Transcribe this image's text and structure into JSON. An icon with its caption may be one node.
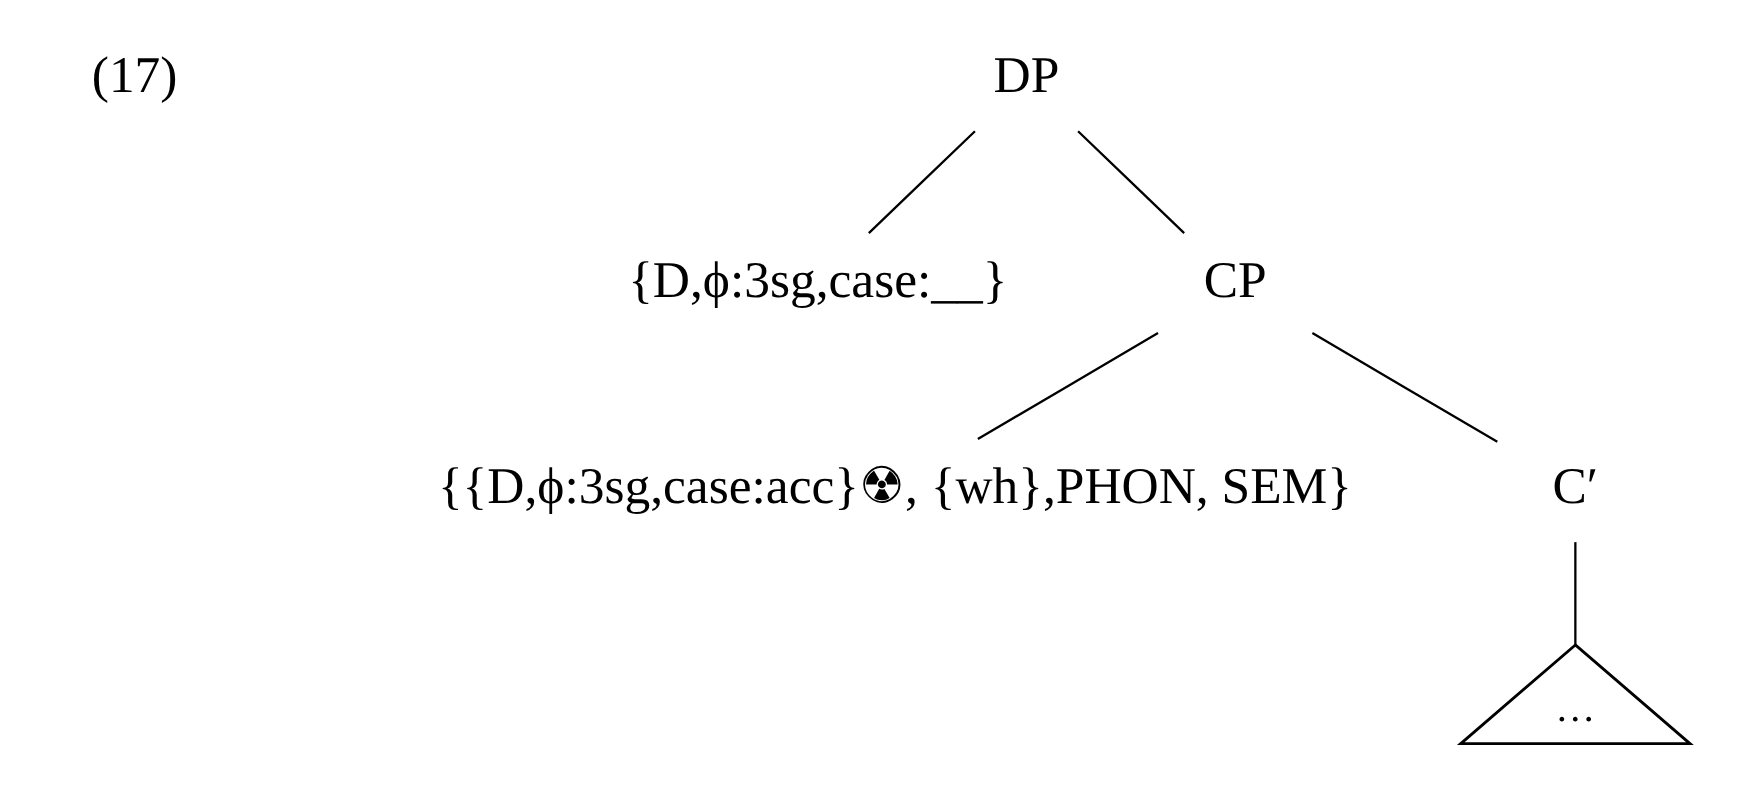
{
  "diagram": {
    "nodes": [
      {
        "text": [
          "DP"
        ]
      },
      {
        "text": [
          "{D,ϕ:3sg,case:__}"
        ]
      },
      {
        "text": [
          "CP"
        ]
      },
      {
        "text": [
          "{{D,ϕ:3sg,case:acc}☢, {wh},PHON, SEM}"
        ]
      },
      {
        "text": [
          "C′"
        ]
      },
      {
        "text": [
          "…"
        ]
      }
    ],
    "edges": [
      {
        "from": 0,
        "to": 1,
        "arrow": "none"
      },
      {
        "from": 0,
        "to": 2,
        "arrow": "none"
      },
      {
        "from": 2,
        "to": 3,
        "arrow": "none"
      },
      {
        "from": 2,
        "to": 4,
        "arrow": "none"
      },
      {
        "from": 4,
        "to": 5,
        "arrow": "none"
      }
    ],
    "labels": [
      "(17)"
    ]
  }
}
